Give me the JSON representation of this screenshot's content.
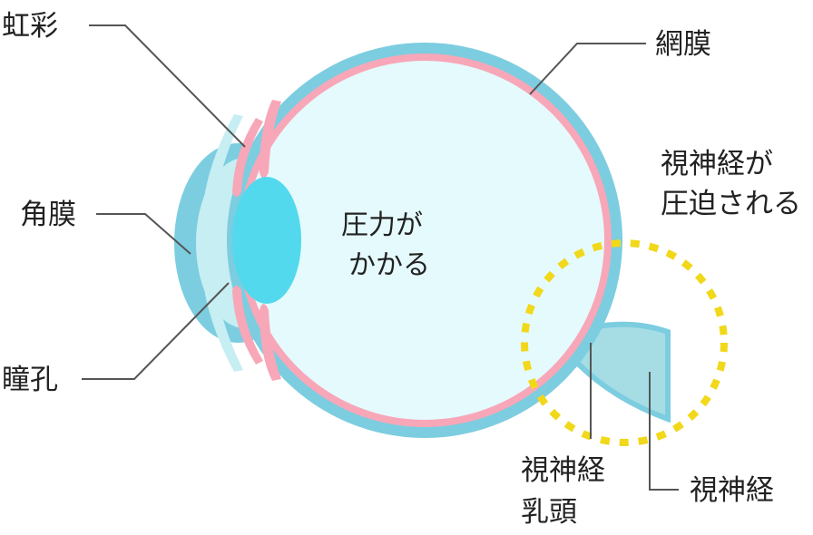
{
  "labels": {
    "iris": "虹彩",
    "retina": "網膜",
    "cornea": "角膜",
    "pupil": "瞳孔",
    "pressure_line1": "圧力が",
    "pressure_line2": "かかる",
    "nerve_compressed_line1": "視神経が",
    "nerve_compressed_line2": "圧迫される",
    "optic_disc_line1": "視神経",
    "optic_disc_line2": "乳頭",
    "optic_nerve": "視神経"
  },
  "colors": {
    "sclera": "#7ccde0",
    "retina": "#f7a7b8",
    "vitreous": "#e5fafc",
    "lens": "#52d9ee",
    "cornea_inner": "#c7eef2",
    "nerve": "#a6dde4",
    "highlight_ring": "#f1d81a",
    "leader_line": "#555555"
  }
}
